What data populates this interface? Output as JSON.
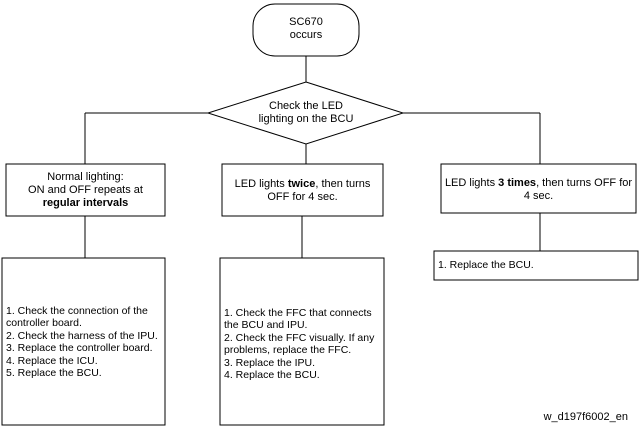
{
  "start": {
    "line1": "SC670",
    "line2": "occurs"
  },
  "decision": {
    "line1": "Check the LED",
    "line2": "lighting on the BCU"
  },
  "branches": [
    {
      "condition": {
        "line1": "Normal lighting:",
        "line2": "ON and OFF repeats at",
        "line3": "regular intervals"
      },
      "steps": [
        "1. Check the connection of the controller board.",
        "2. Check the harness of the IPU.",
        "3. Replace the controller board.",
        "4. Replace the ICU.",
        "5. Replace the BCU."
      ]
    },
    {
      "condition": {
        "pre": "LED lights ",
        "bold": "twice",
        "post": ", then turns OFF for 4 sec."
      },
      "steps": [
        "1. Check the FFC that connects the BCU and IPU.",
        "2. Check the FFC visually. If any problems, replace the FFC.",
        "3. Replace the IPU.",
        "4. Replace the BCU."
      ]
    },
    {
      "condition": {
        "pre": "LED lights ",
        "bold": "3 times",
        "post": ", then turns OFF for 4 sec."
      },
      "steps": [
        "1. Replace the BCU."
      ]
    }
  ],
  "caption": "w_d197f6002_en"
}
